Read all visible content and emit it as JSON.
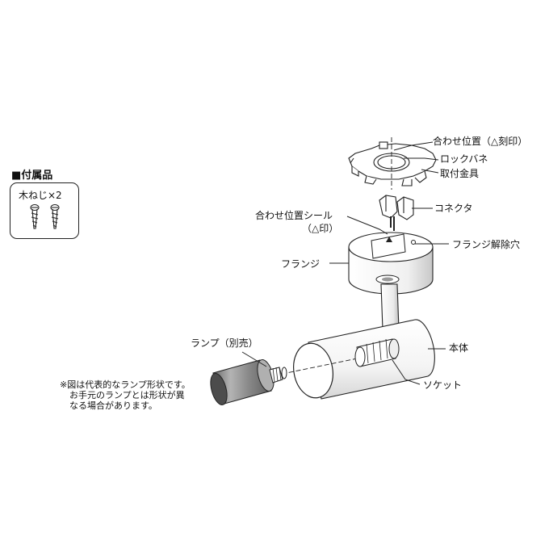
{
  "accessories": {
    "title": "■付属品",
    "item": "木ねじ×2",
    "icon": "wood-screw-icon"
  },
  "labels": {
    "alignment_mark": "合わせ位置（△刻印）",
    "lock_spring": "ロックバネ",
    "mounting_bracket": "取付金具",
    "connector": "コネクタ",
    "alignment_seal_line1": "合わせ位置シール",
    "alignment_seal_line2": "（△印）",
    "flange_release_hole": "フランジ解除穴",
    "flange": "フランジ",
    "lamp": "ランプ（別売）",
    "body": "本体",
    "socket": "ソケット"
  },
  "note": {
    "line1": "※図は代表的なランプ形状です。",
    "line2": "お手元のランプとは形状が異",
    "line3": "なる場合があります。"
  }
}
